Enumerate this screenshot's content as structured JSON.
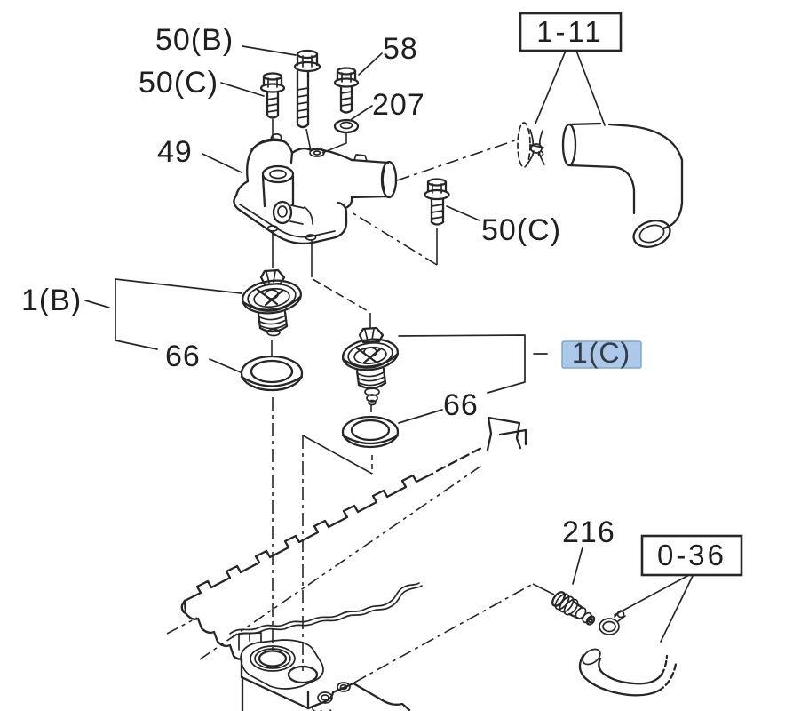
{
  "diagram": {
    "type": "parts-diagram",
    "colors": {
      "background": "#ffffff",
      "line": "#262626",
      "highlight_fill": "#adc9e9",
      "highlight_border": "#7fa8d2",
      "highlight_text": "#333b47"
    },
    "selected_part": "1(C)",
    "labels": {
      "b50b": "50(B)",
      "b50c_top": "50(C)",
      "b58": "58",
      "w207": "207",
      "h49": "49",
      "ref_top": "1-11",
      "b50c_right": "50(C)",
      "t1b": "1(B)",
      "o66_left": "66",
      "t1c": "1(C)",
      "o66_right": "66",
      "f216": "216",
      "ref_bottom": "0-36"
    }
  }
}
